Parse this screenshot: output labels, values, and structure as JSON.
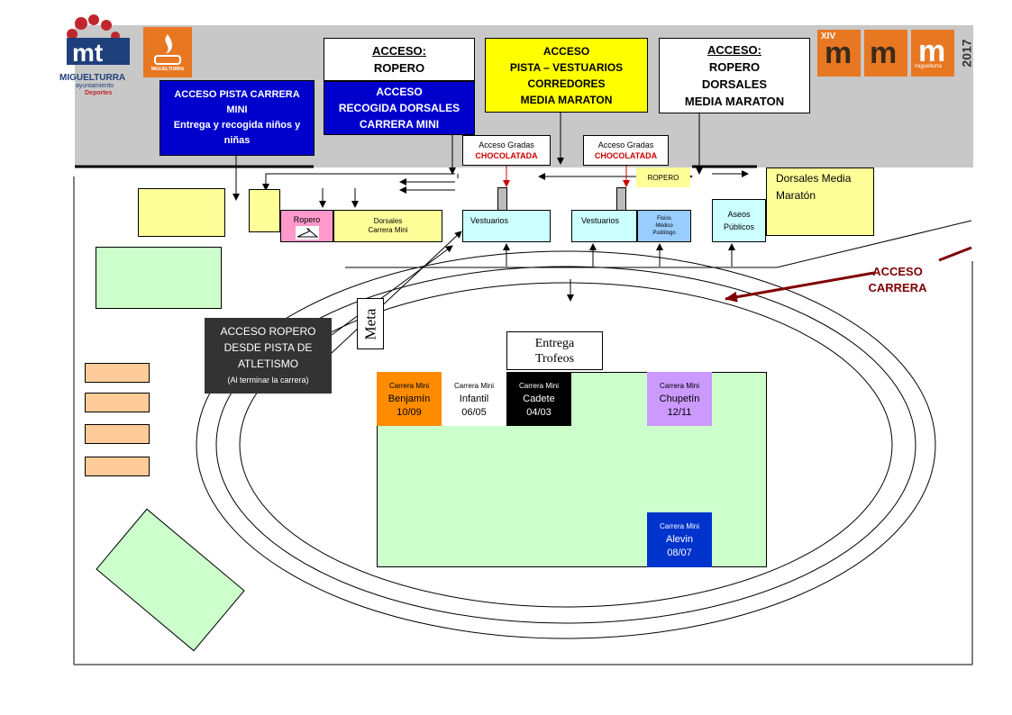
{
  "logos": {
    "miguelturra_name": "MIGUELTURRA",
    "ayuntamiento": "ayuntamiento",
    "deportes": "Deportes",
    "cme_text": "MIGUELTURRA",
    "banner_roman": "XIV",
    "banner_year": "2017",
    "banner_town": "miguelturra"
  },
  "access_boxes": {
    "pista_mini": {
      "line1": "ACCESO PISTA CARRERA",
      "line2": "MINI",
      "line3": "Entrega y recogida niños y",
      "line4": "niñas"
    },
    "ropero_top": {
      "line1": "ACCESO:",
      "line2": "ROPERO"
    },
    "recogida": {
      "line1": "ACCESO",
      "line2": "RECOGIDA DORSALES",
      "line3": "CARRERA MINI"
    },
    "pista_vestuarios": {
      "line1": "ACCESO",
      "line2": "PISTA – VESTUARIOS",
      "line3": "CORREDORES",
      "line4": "MEDIA MARATON"
    },
    "ropero_dorsales": {
      "line1": "ACCESO:",
      "line2": "ROPERO",
      "line3": "DORSALES",
      "line4": "MEDIA MARATON"
    },
    "ropero_pista": {
      "line1": "ACCESO ROPERO",
      "line2": "DESDE PISTA DE",
      "line3": "ATLETISMO",
      "line4": "(Al terminar la carrera)"
    },
    "acceso_carrera": {
      "line1": "ACCESO",
      "line2": "CARRERA"
    }
  },
  "facilities": {
    "gradas_left": {
      "line1": "Acceso Gradas",
      "line2": "CHOCOLATADA"
    },
    "gradas_right": {
      "line1": "Acceso Gradas",
      "line2": "CHOCOLATADA"
    },
    "ropero_small": "ROPERO",
    "dorsales_media": {
      "line1": "Dorsales Media",
      "line2": "Maratón"
    },
    "ropero_room": "Ropero",
    "dorsales_mini": {
      "line1": "Dorsales",
      "line2": "Carrera Mini"
    },
    "vestuarios_left": "Vestuarios",
    "vestuarios_right": "Vestuarios",
    "fisios": {
      "line1": "Fisios",
      "line2": "Médico",
      "line3": "Podólogo"
    },
    "aseos": {
      "line1": "Aseos",
      "line2": "Públicos"
    },
    "meta": "Meta",
    "trofeos": {
      "line1": "Entrega",
      "line2": "Trofeos"
    }
  },
  "categories": [
    {
      "key": "benjamin",
      "header": "Carrera Mini",
      "name": "Benjamín",
      "years": "10/09"
    },
    {
      "key": "infantil",
      "header": "Carrera Mini",
      "name": "Infantil",
      "years": "06/05"
    },
    {
      "key": "cadete",
      "header": "Carrera Mini",
      "name": "Cadete",
      "years": "04/03"
    },
    {
      "key": "chupetin",
      "header": "Carrera Mini",
      "name": "Chupetín",
      "years": "12/11"
    },
    {
      "key": "alevin",
      "header": "Carrera Mini",
      "name": "Alevin",
      "years": "08/07"
    }
  ],
  "colors": {
    "road": "#c8c8c8",
    "blue": "#0000cc",
    "yellow": "#ffff00",
    "pale_yellow": "#ffff99",
    "light_green": "#ccffcc",
    "light_cyan": "#ccffff",
    "peach": "#ffcc99",
    "pink": "#ff99cc",
    "orange_logo": "#e87722",
    "dark_red": "#800000",
    "red_text": "#cc0000",
    "benjamin": "#ff8c00",
    "cadete": "#000000",
    "chupetin": "#cc99ff",
    "alevin": "#0033cc",
    "dark_box": "#333333"
  }
}
